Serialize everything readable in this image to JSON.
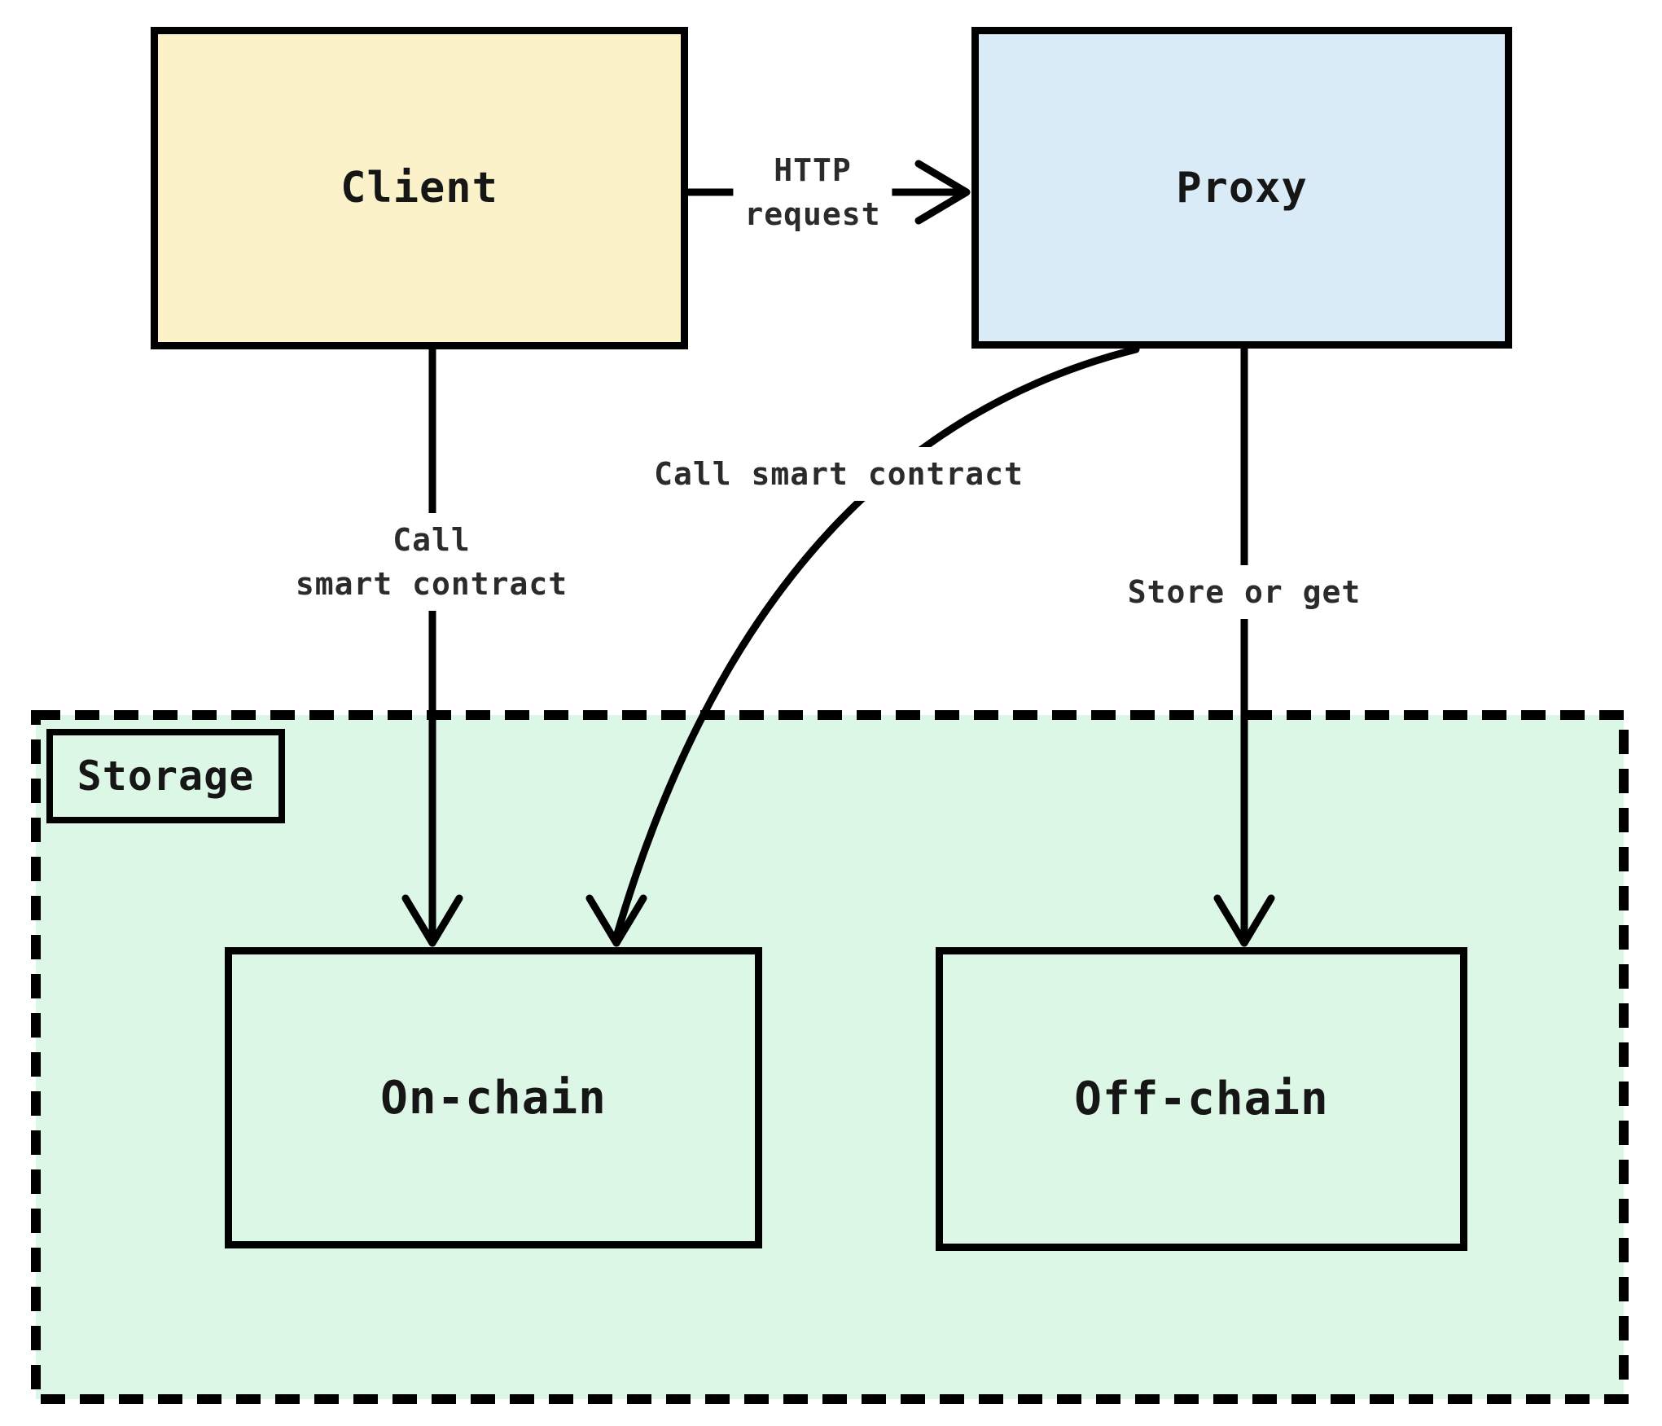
{
  "diagram": {
    "nodes": {
      "client": {
        "label": "Client",
        "fill": "#FBF2C9",
        "border": "#000000"
      },
      "proxy": {
        "label": "Proxy",
        "fill": "#DAEBF8",
        "border": "#000000"
      },
      "storage": {
        "label": "Storage",
        "fill": "#DCF7E6",
        "border": "#000000",
        "border_style": "dashed"
      },
      "on_chain": {
        "label": "On-chain",
        "fill": "#DCF7E6",
        "border": "#000000"
      },
      "off_chain": {
        "label": "Off-chain",
        "fill": "#DCF7E6",
        "border": "#000000"
      }
    },
    "edges": {
      "client_to_proxy": {
        "from": "client",
        "to": "proxy",
        "label_lines": [
          "HTTP",
          "request"
        ]
      },
      "client_to_on_chain": {
        "from": "client",
        "to": "on_chain",
        "label_lines": [
          "Call",
          "smart contract"
        ]
      },
      "proxy_to_on_chain": {
        "from": "proxy",
        "to": "on_chain",
        "label_lines": [
          "Call smart contract"
        ]
      },
      "proxy_to_off_chain": {
        "from": "proxy",
        "to": "off_chain",
        "label_lines": [
          "Store or get"
        ]
      }
    },
    "colors": {
      "background": "#FFFFFF",
      "line": "#000000",
      "label_text": "#2B2B2B"
    }
  }
}
